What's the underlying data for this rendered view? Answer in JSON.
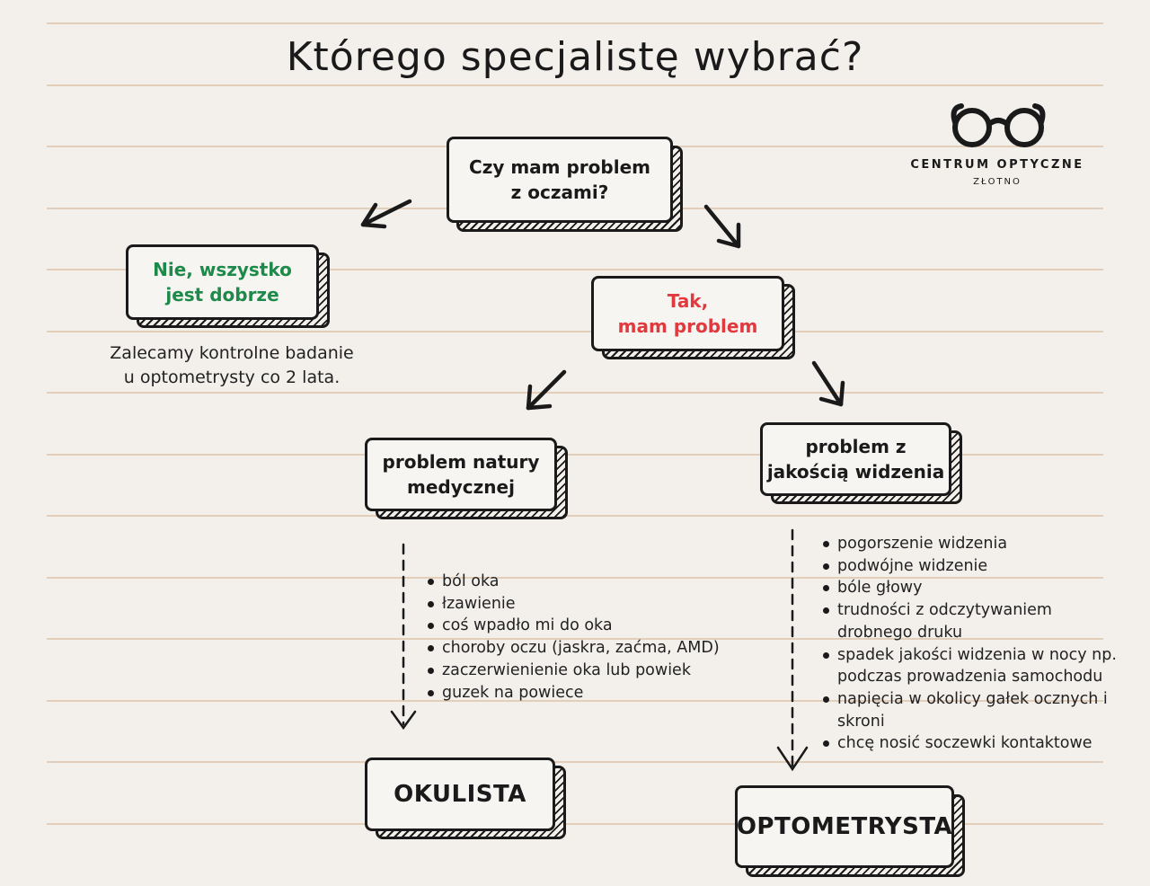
{
  "title": "Którego specjalistę wybrać?",
  "logo": {
    "name": "CENTRUM OPTYCZNE",
    "city": "ZŁOTNO",
    "icon": "glasses-icon"
  },
  "question": {
    "line1": "Czy mam problem",
    "line2": "z oczami?"
  },
  "answer_no": {
    "line1": "Nie, wszystko",
    "line2": "jest dobrze",
    "color": "#1e8a4a"
  },
  "recommendation": {
    "line1": "Zalecamy kontrolne badanie",
    "line2": "u optometrysty co 2 lata."
  },
  "answer_yes": {
    "line1": "Tak,",
    "line2": "mam problem",
    "color": "#e0393e"
  },
  "medical": {
    "line1": "problem natury",
    "line2": "medycznej"
  },
  "vision_quality": {
    "line1": "problem z",
    "line2": "jakością widzenia"
  },
  "medical_symptoms": [
    "ból oka",
    "łzawienie",
    "coś wpadło mi do oka",
    "choroby oczu (jaskra, zaćma, AMD)",
    "zaczerwienienie oka lub powiek",
    "guzek na powiece"
  ],
  "vision_symptoms": [
    "pogorszenie widzenia",
    "podwójne widzenie",
    "bóle głowy",
    "trudności z odczytywaniem drobnego druku",
    "spadek jakości widzenia w nocy np. podczas prowadzenia samochodu",
    "napięcia w okolicy gałek ocznych i skroni",
    "chcę nosić soczewki kontaktowe"
  ],
  "specialist_1": "OKULISTA",
  "specialist_2": "OPTOMETRYSTA"
}
